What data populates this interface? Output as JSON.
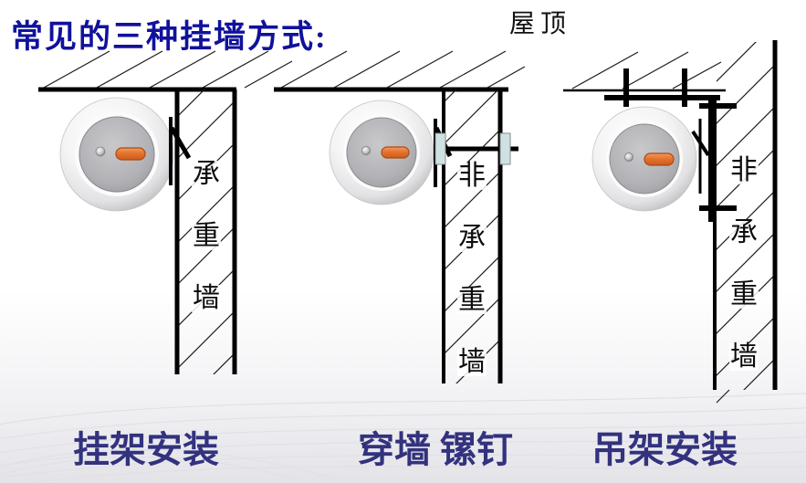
{
  "slide": {
    "title": "常见的三种挂墙方式:",
    "roof_label": "屋顶"
  },
  "colors": {
    "title_text": "#11119c",
    "caption_text": "#32327e",
    "drawing_line": "#000000",
    "heater_pill_orange": "#e06a28",
    "anchor_plate_cyan": "#cfe2e3",
    "background_bottom": "#e4e4e8"
  },
  "diagrams": [
    {
      "caption": "挂架安装",
      "wall_label": "承重墙",
      "wall_label_chars": [
        "承",
        "重",
        "墙"
      ],
      "mount_type": "wall-hook-bracket"
    },
    {
      "caption": "穿墙 镙钉",
      "wall_label": "非承重墙",
      "wall_label_chars": [
        "非",
        "承",
        "重",
        "墙"
      ],
      "mount_type": "through-wall-bolt"
    },
    {
      "caption": "吊架安装",
      "wall_label": "非承重墙",
      "wall_label_chars": [
        "非",
        "承",
        "重",
        "墙"
      ],
      "mount_type": "ceiling-hanging-bracket"
    }
  ]
}
